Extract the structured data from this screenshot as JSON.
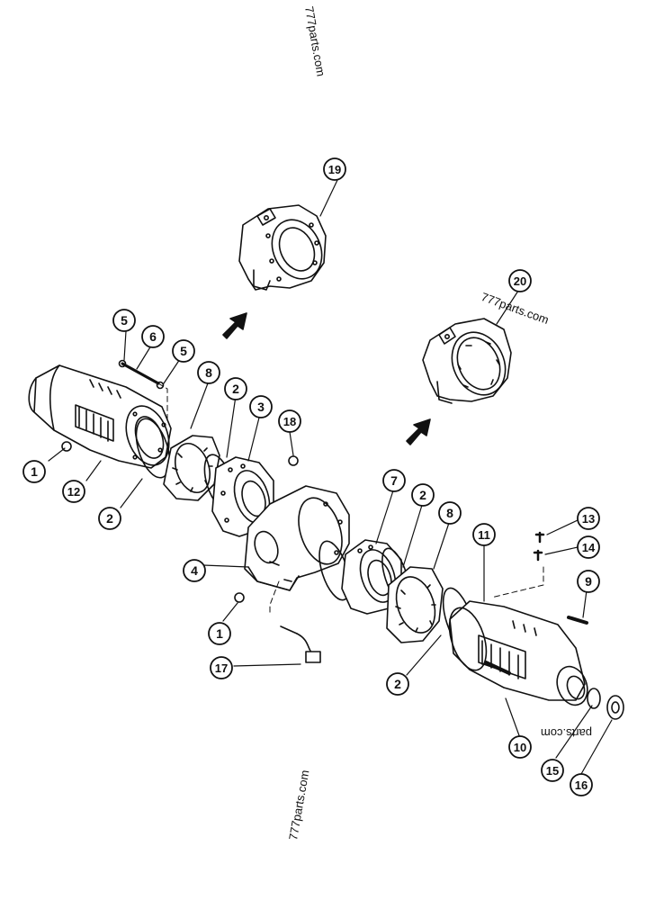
{
  "watermarks": [
    "777parts.com",
    "777parts.com",
    "777parts.com",
    "parts.com"
  ],
  "callouts": [
    "1",
    "2",
    "3",
    "4",
    "5",
    "6",
    "7",
    "8",
    "9",
    "10",
    "11",
    "12",
    "13",
    "14",
    "15",
    "16",
    "17",
    "18",
    "19",
    "20"
  ],
  "colors": {
    "ink": "#111111",
    "paper": "#ffffff",
    "shade": "#555555"
  }
}
